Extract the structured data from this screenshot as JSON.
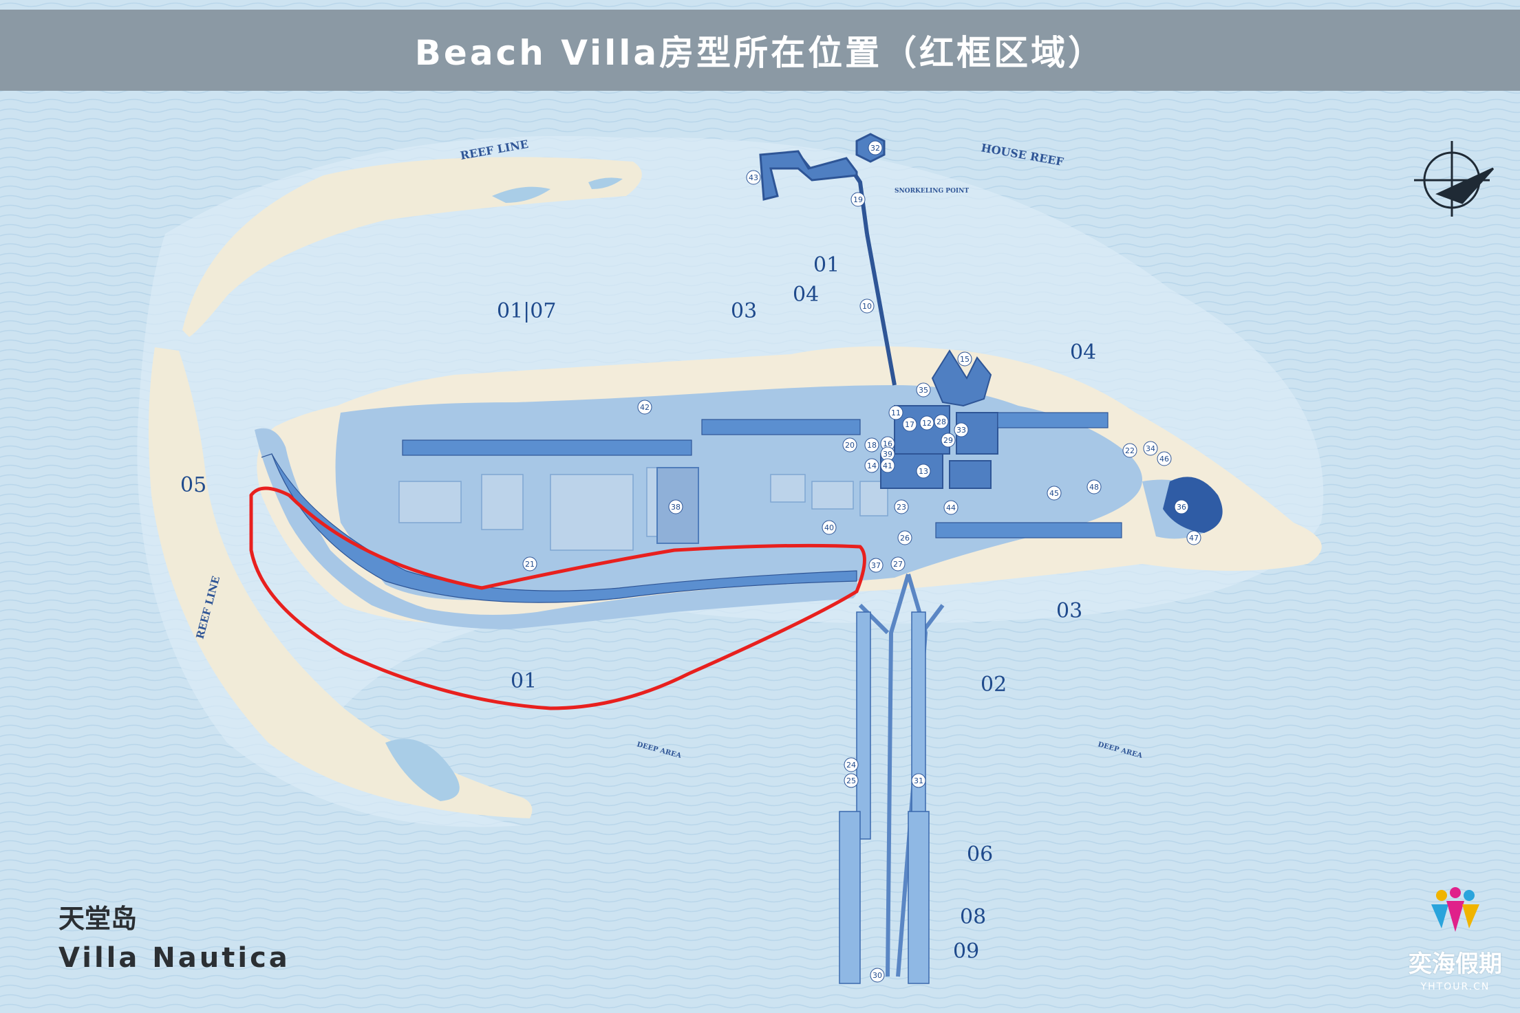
{
  "header": {
    "title": "Beach Villa房型所在位置（红框区域）"
  },
  "island": {
    "name_cn": "天堂岛",
    "name_en": "Villa Nautica"
  },
  "map_labels": {
    "reef_line_top": "REEF LINE",
    "reef_line_left": "REEF LINE",
    "house_reef": "HOUSE REEF",
    "snorkeling_point": "SNORKELING POINT",
    "deep_area_left": "DEEP AREA",
    "deep_area_right": "DEEP AREA"
  },
  "villa_codes": {
    "c01_07": "01|07",
    "c03_top": "03",
    "c04_top": "04",
    "c01_top": "01",
    "c04_right": "04",
    "c05": "05",
    "c03_bottom": "03",
    "c01_bottom": "01",
    "c02": "02",
    "c06": "06",
    "c08": "08",
    "c09": "09"
  },
  "markers": {
    "m43": "43",
    "m32": "32",
    "m19": "19",
    "m10": "10",
    "m42": "42",
    "m15": "15",
    "m35": "35",
    "m11": "11",
    "m17": "17",
    "m12": "12",
    "m28": "28",
    "m33": "33",
    "m29": "29",
    "m20": "20",
    "m18": "18",
    "m16": "16",
    "m39": "39",
    "m14": "14",
    "m41": "41",
    "m13": "13",
    "m22": "22",
    "m34": "34",
    "m46": "46",
    "m45": "45",
    "m48": "48",
    "m36": "36",
    "m47": "47",
    "m38": "38",
    "m23": "23",
    "m44": "44",
    "m40": "40",
    "m26": "26",
    "m21": "21",
    "m37": "37",
    "m27": "27",
    "m24": "24",
    "m25": "25",
    "m31": "31",
    "m30": "30"
  },
  "logo": {
    "name": "奕海假期",
    "url": "YHTOUR.CN"
  },
  "highlight_color": "#e8201e"
}
